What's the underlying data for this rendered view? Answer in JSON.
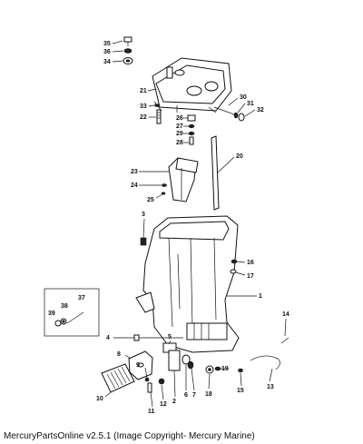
{
  "caption": "MercuryPartsOnline v2.5.1 (Image Copyright- Mercury Marine)",
  "callouts": [
    "1",
    "2",
    "3",
    "4",
    "5",
    "6",
    "7",
    "8",
    "9",
    "10",
    "11",
    "12",
    "13",
    "14",
    "15",
    "16",
    "17",
    "18",
    "19",
    "20",
    "21",
    "22",
    "23",
    "24",
    "25",
    "26",
    "27",
    "28",
    "29",
    "30",
    "31",
    "32",
    "33",
    "34",
    "35",
    "36",
    "37",
    "38",
    "39"
  ]
}
